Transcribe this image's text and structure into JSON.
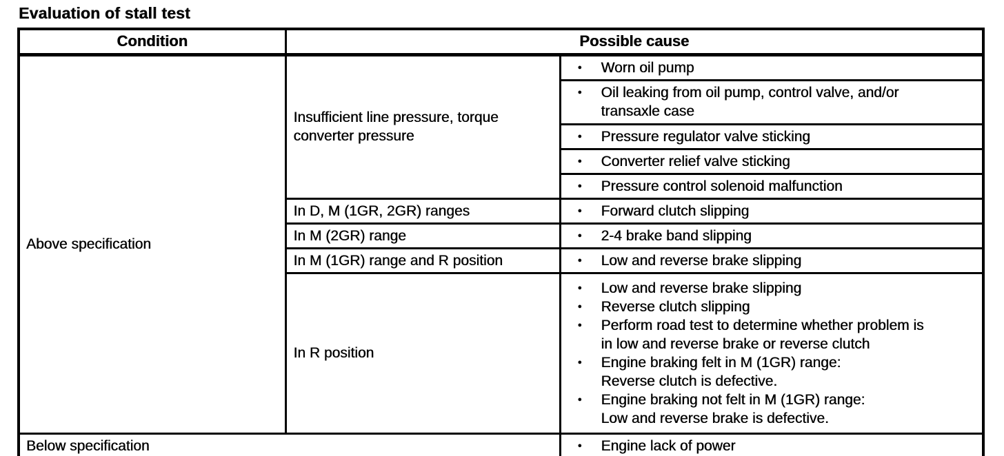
{
  "icons": {
    "bullet": "●"
  },
  "title": "Evaluation of stall test",
  "table": {
    "header": {
      "condition": "Condition",
      "possible_cause": "Possible cause"
    },
    "above": {
      "label": "Above specification",
      "group1": {
        "sub_condition": "Insufficient line pressure, torque\nconverter pressure",
        "causes": [
          "Worn oil pump",
          "Oil leaking from oil pump, control valve, and/or\ntransaxle case",
          "Pressure regulator valve sticking",
          "Converter relief valve sticking",
          "Pressure control solenoid malfunction"
        ]
      },
      "group2": {
        "sub_condition": "In D, M (1GR, 2GR) ranges",
        "causes": [
          "Forward clutch slipping"
        ]
      },
      "group3": {
        "sub_condition": "In M (2GR) range",
        "causes": [
          "2-4 brake band slipping"
        ]
      },
      "group4": {
        "sub_condition": "In M (1GR) range and R position",
        "causes": [
          "Low and reverse brake slipping"
        ]
      },
      "group5": {
        "sub_condition": "In R position",
        "causes": [
          "Low and reverse brake slipping",
          "Reverse clutch slipping",
          "Perform road test to determine whether problem is\nin low and reverse brake or reverse clutch",
          "Engine braking felt in M (1GR) range:\nReverse clutch is defective.",
          "Engine braking not felt in M (1GR) range:\nLow and reverse brake is defective."
        ]
      }
    },
    "below": {
      "label": "Below specification",
      "causes": [
        "Engine lack of power"
      ]
    }
  }
}
